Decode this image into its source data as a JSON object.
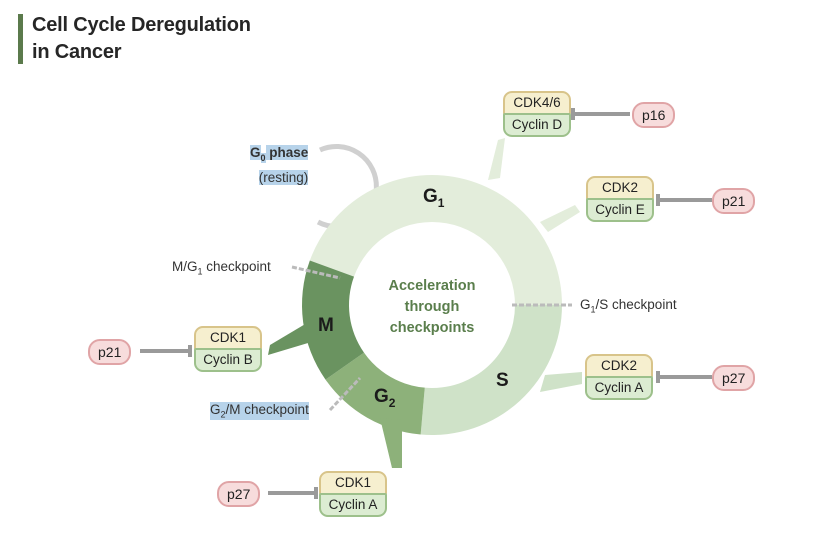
{
  "title": {
    "line1": "Cell Cycle Deregulation",
    "line2": "in Cancer",
    "accent_color": "#5b7a4c"
  },
  "center_label": {
    "line1": "Acceleration",
    "line2": "through",
    "line3": "checkpoints"
  },
  "phases": {
    "g1": {
      "main": "G",
      "sub": "1"
    },
    "s": {
      "main": "S"
    },
    "g2": {
      "main": "G",
      "sub": "2"
    },
    "m": {
      "main": "M"
    },
    "g0": {
      "main": "G",
      "sub": "0",
      "rest": " phase",
      "note": "(resting)"
    }
  },
  "checkpoints": {
    "mg1": {
      "pre": "M/G",
      "sub": "1",
      "post": " checkpoint"
    },
    "g1s": {
      "pre": "G",
      "sub": "1",
      "post": "/S checkpoint"
    },
    "g2m": {
      "pre": "G",
      "sub": "2",
      "post": "/M checkpoint"
    }
  },
  "complexes": [
    {
      "cdk": "CDK4/6",
      "cyclin": "Cyclin D",
      "inhibitor": "p16"
    },
    {
      "cdk": "CDK2",
      "cyclin": "Cyclin E",
      "inhibitor": "p21"
    },
    {
      "cdk": "CDK2",
      "cyclin": "Cyclin A",
      "inhibitor": "p27"
    },
    {
      "cdk": "CDK1",
      "cyclin": "Cyclin B",
      "inhibitor": "p21"
    },
    {
      "cdk": "CDK1",
      "cyclin": "Cyclin A",
      "inhibitor": "p27"
    }
  ],
  "colors": {
    "g1": "#e3eddb",
    "s": "#cfe2c8",
    "g2": "#8db17a",
    "m": "#6a9360",
    "cdk_fill": "#f6efcf",
    "cyclin_fill": "#dcecd2",
    "inhibitor_fill": "#f7dcdc"
  }
}
